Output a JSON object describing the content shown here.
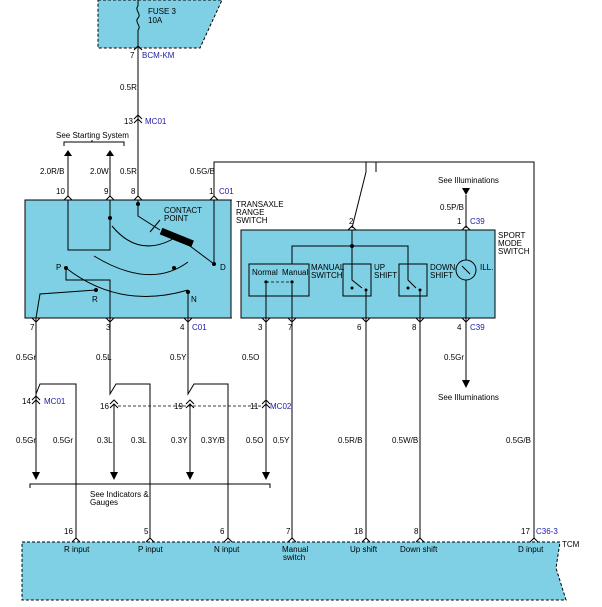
{
  "fuse": {
    "name": "FUSE 3",
    "rating": "10A"
  },
  "connectors": {
    "bcm": {
      "pin": "7",
      "name": "BCM-KM"
    },
    "mc01_top": {
      "pin": "13",
      "name": "MC01"
    },
    "c01": "C01",
    "c39": "C39",
    "mc01_mid": {
      "pin": "14",
      "name": "MC01"
    },
    "mc02": {
      "pin": "11",
      "name": "MC02"
    },
    "c363": "C36-3"
  },
  "labels": {
    "see_starting": "See Starting System",
    "see_illum_top": "See Illuminations",
    "see_illum_bottom": "See Illuminations",
    "see_indicators_l1": "See Indicators &",
    "see_indicators_l2": "Gauges"
  },
  "transaxle_switch": {
    "name_l1": "TRANSAXLE",
    "name_l2": "RANGE",
    "name_l3": "SWITCH",
    "contact_l1": "CONTACT",
    "contact_l2": "POINT",
    "pos_p": "P",
    "pos_r": "R",
    "pos_n": "N",
    "pos_d": "D",
    "top_pins": [
      "10",
      "9",
      "8",
      "1"
    ],
    "bottom_pins": [
      "7",
      "3",
      "4"
    ]
  },
  "sport_switch": {
    "name_l1": "SPORT",
    "name_l2": "MODE",
    "name_l3": "SWITCH",
    "manual_l1": "MANUAL",
    "manual_l2": "SWITCH",
    "normal": "Normal",
    "manual": "Manual",
    "up_l1": "UP",
    "up_l2": "SHIFT",
    "down_l1": "DOWN",
    "down_l2": "SHIFT",
    "ill": "ILL.",
    "top_pins": [
      "2",
      "1"
    ],
    "bottom_pins": [
      "3",
      "7",
      "6",
      "8",
      "4"
    ]
  },
  "wires": {
    "w_05r_a": "0.5R",
    "w_05r_b": "0.5R",
    "w_20rb": "2.0R/B",
    "w_20w": "2.0W",
    "w_05gb_top": "0.5G/B",
    "w_05pb": "0.5P/B",
    "w_05gr_a": "0.5Gr",
    "w_05l_a": "0.5L",
    "w_05y_a": "0.5Y",
    "w_05o_a": "0.5O",
    "w_05gr_ill": "0.5Gr",
    "w_05gr_b": "0.5Gr",
    "w_05gr_c": "0.5Gr",
    "w_03l_a": "0.3L",
    "w_03l_b": "0.3L",
    "w_03y": "0.3Y",
    "w_03yb": "0.3Y/B",
    "w_05o_b": "0.5O",
    "w_05y_b": "0.5Y",
    "w_05rb": "0.5R/B",
    "w_05wb": "0.5W/B",
    "w_05gb_bot": "0.5G/B"
  },
  "tcm": {
    "name": "TCM",
    "pins": [
      "16",
      "5",
      "6",
      "7",
      "18",
      "8",
      "17"
    ],
    "inputs": [
      "R input",
      "P input",
      "N input",
      "Manual",
      "switch",
      "Up shift",
      "Down shift",
      "D input"
    ]
  }
}
